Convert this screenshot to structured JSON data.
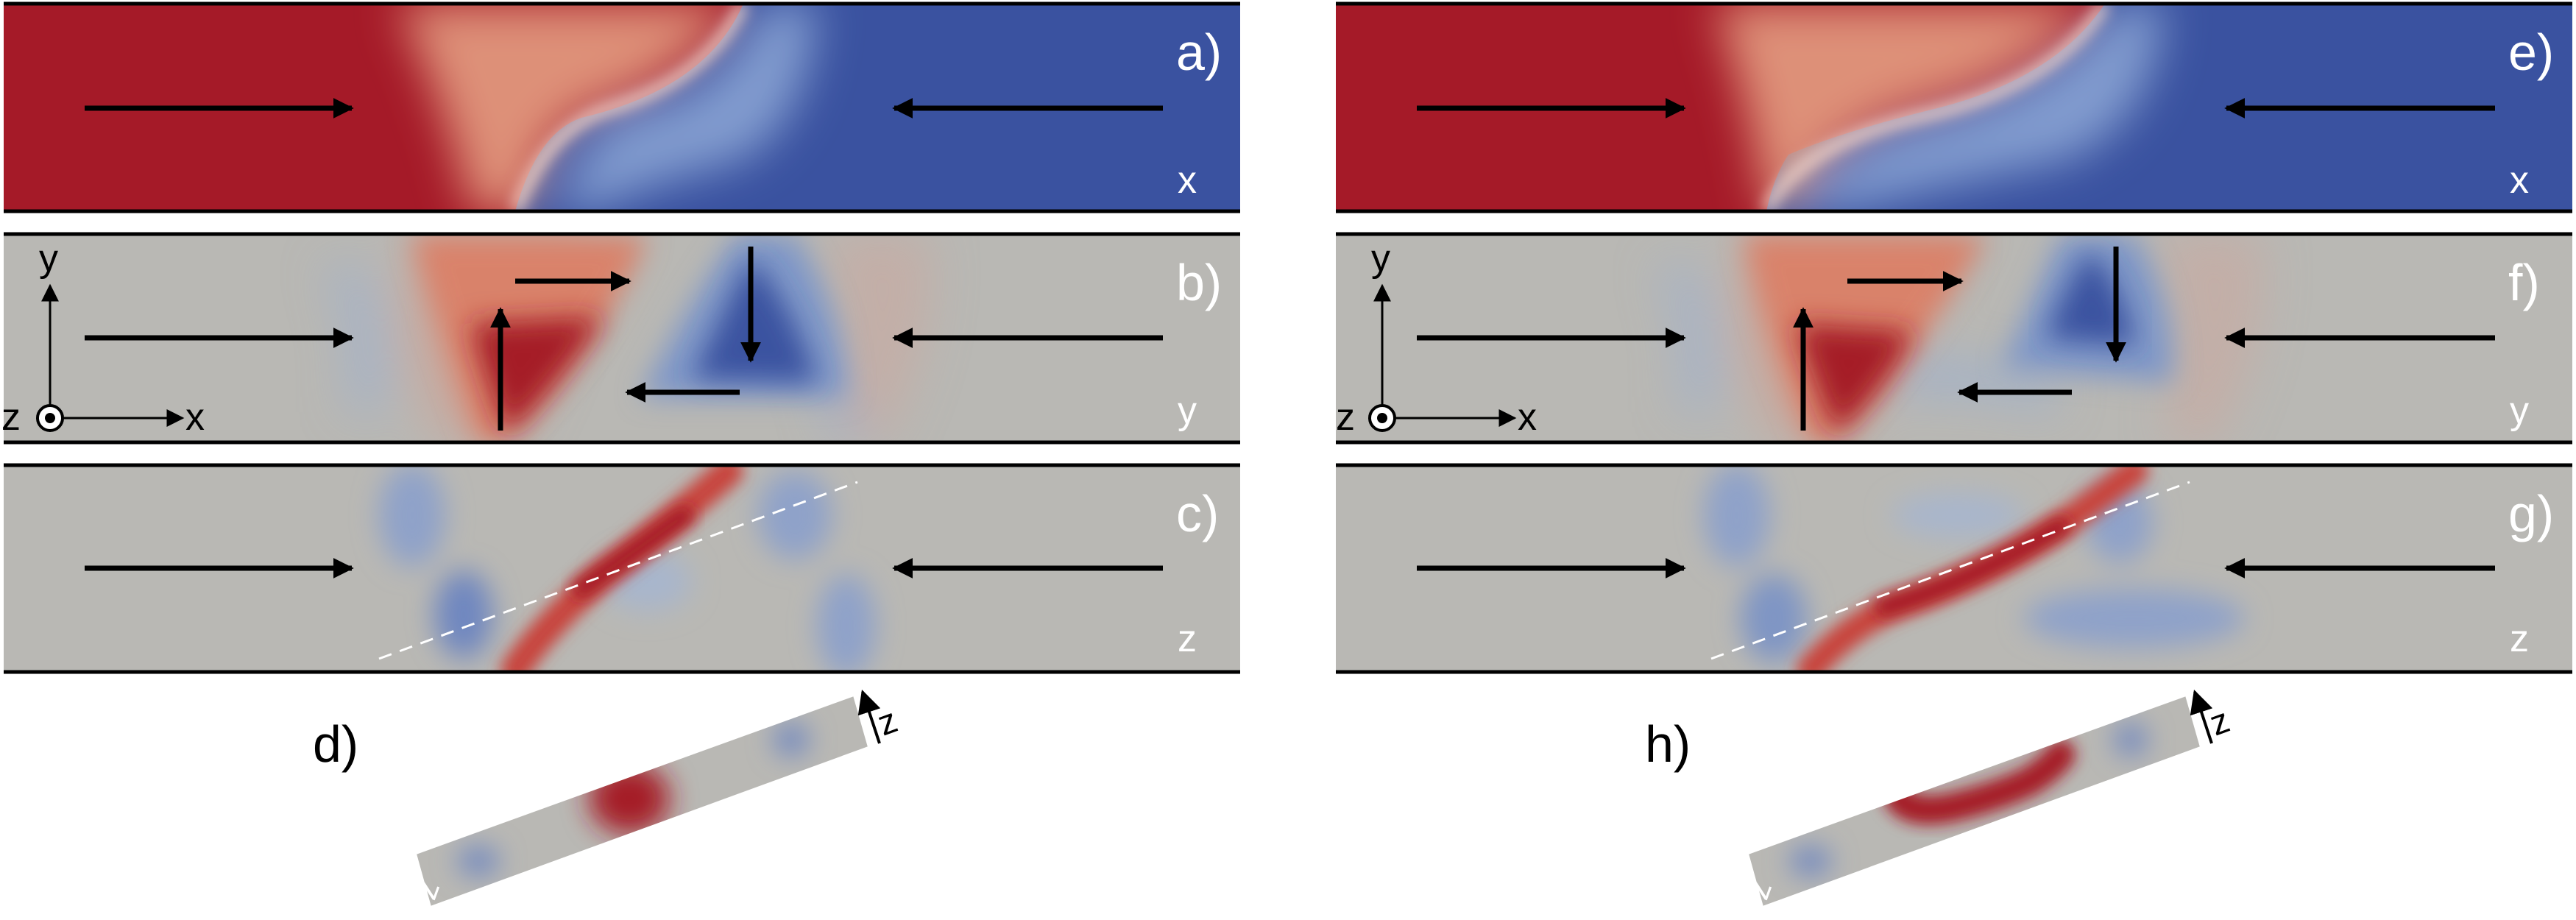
{
  "colors": {
    "red": "#a51a28",
    "blue": "#3a52a0",
    "neutral": "#b9b8b4",
    "white": "#ffffff",
    "black": "#000000",
    "dash": "#ffffff"
  },
  "left": {
    "panel_labels": {
      "a": "a)",
      "b": "b)",
      "c": "c)",
      "d": "d)"
    },
    "component_labels": {
      "x": "x",
      "y": "y",
      "z": "z"
    },
    "axes": {
      "y": "y",
      "x": "x",
      "z": "z"
    },
    "inset_axis_label": "z",
    "inset_corner_label": "z"
  },
  "right": {
    "panel_labels": {
      "e": "e)",
      "f": "f)",
      "g": "g)",
      "h": "h)"
    },
    "component_labels": {
      "x": "x",
      "y": "y",
      "z": "z"
    },
    "axes": {
      "y": "y",
      "x": "x",
      "z": "z"
    },
    "inset_axis_label": "z",
    "inset_corner_label": "z"
  }
}
